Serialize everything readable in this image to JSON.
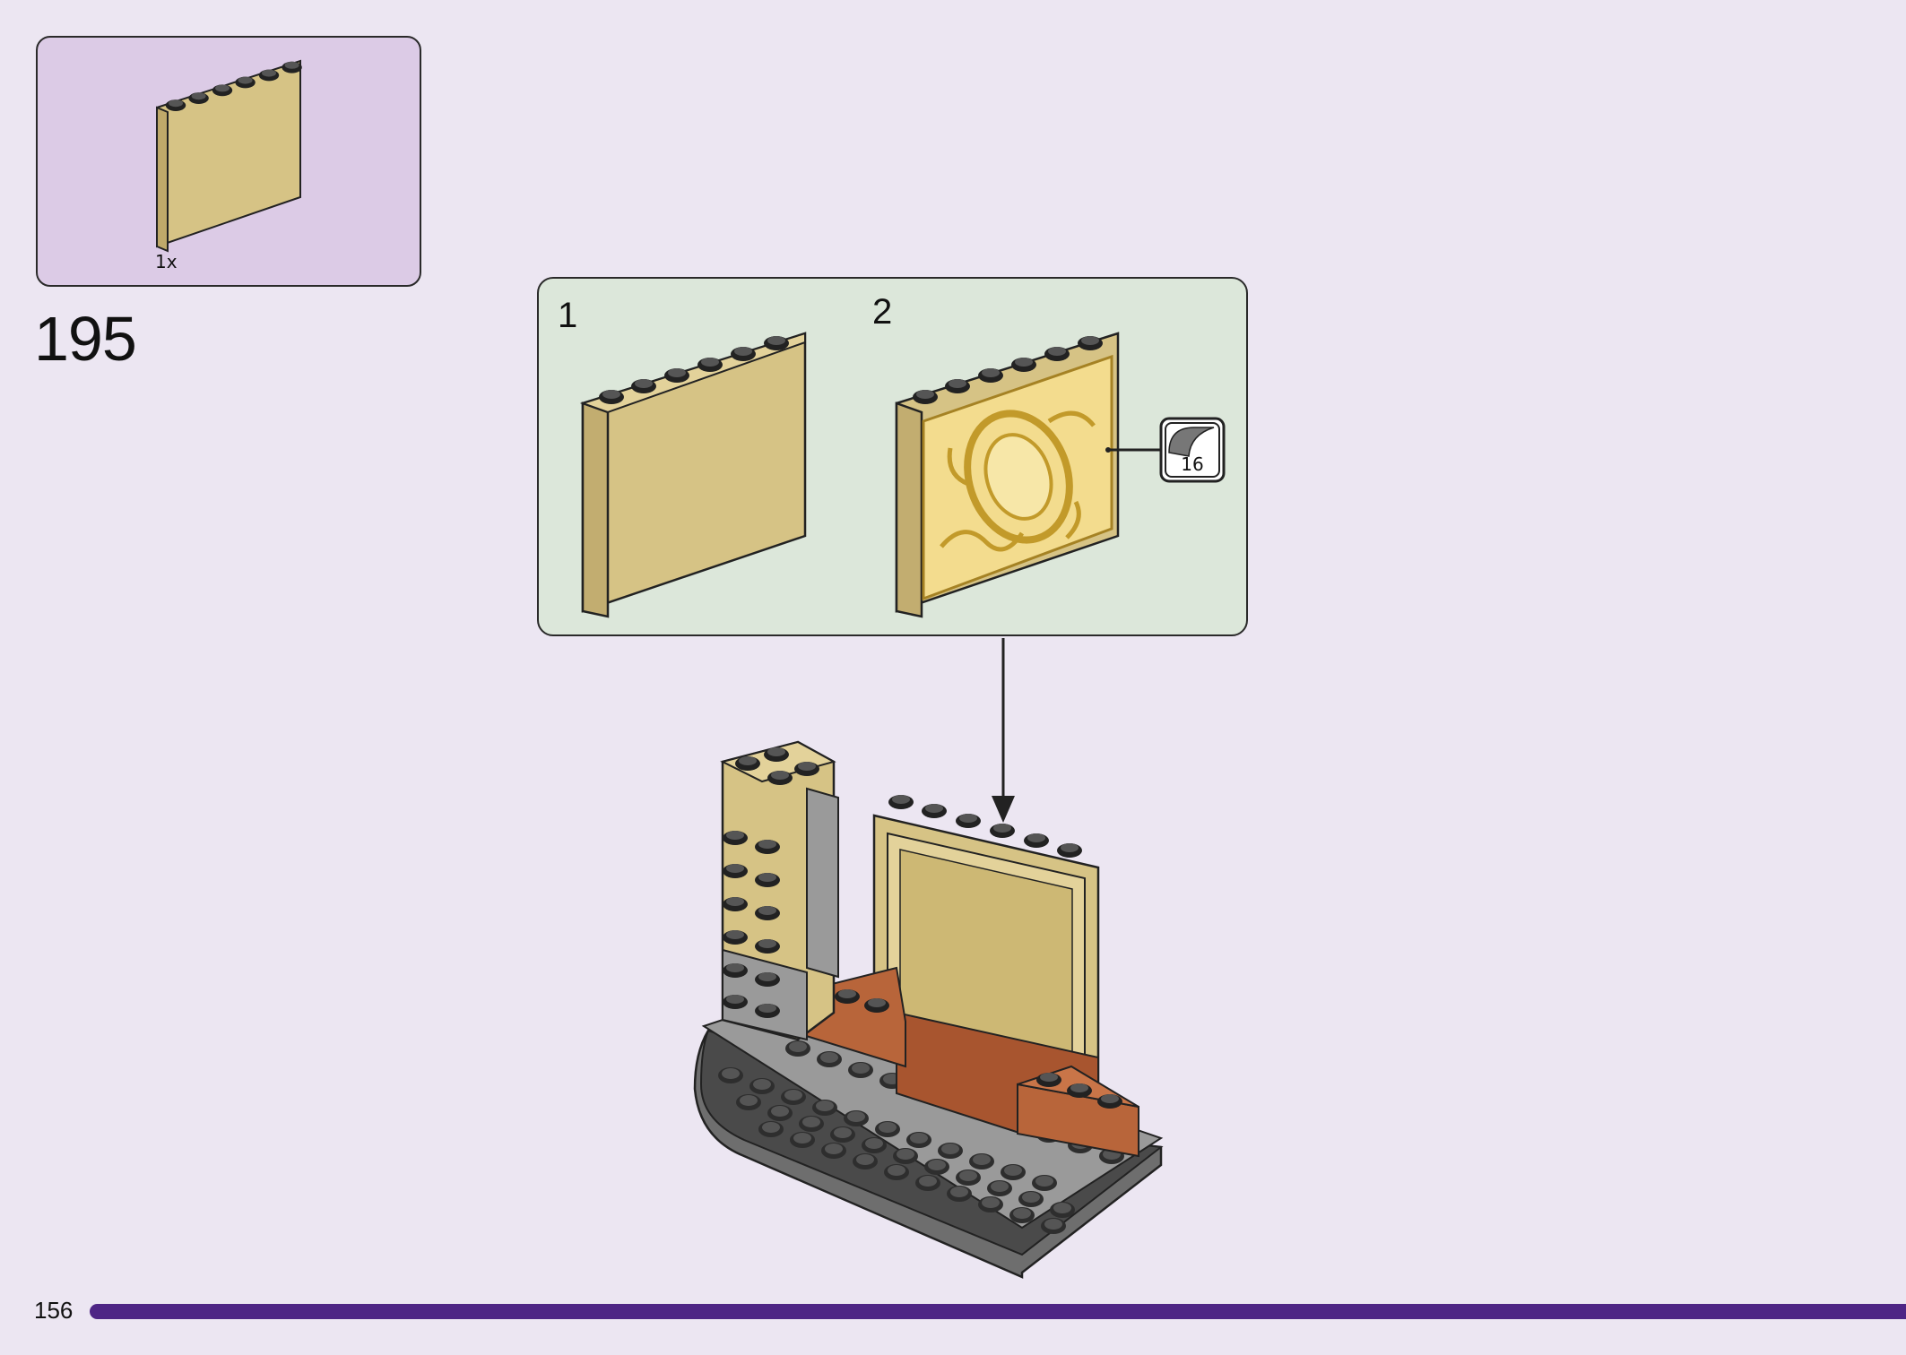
{
  "parts_list": {
    "quantity": "1x"
  },
  "step": {
    "number": "195"
  },
  "callout": {
    "substep_1": "1",
    "substep_2": "2",
    "sticker_number": "16"
  },
  "footer": {
    "page_number": "156"
  },
  "colors": {
    "background": "#ece6f2",
    "parts_box": "#dccbe6",
    "callout_box": "#dce7da",
    "tan_brick": "#d6c385",
    "page_bar": "#4e2585"
  }
}
